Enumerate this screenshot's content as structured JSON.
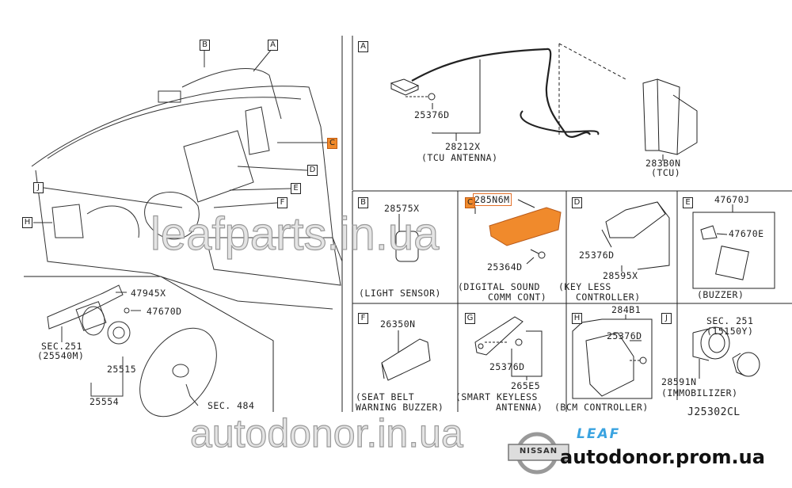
{
  "colors": {
    "highlight": "#f08a2c",
    "leaf": "#3aa3e0"
  },
  "callouts": {
    "A": "A",
    "B": "B",
    "C": "C",
    "D": "D",
    "E": "E",
    "F": "F",
    "G": "G",
    "H": "H",
    "J": "J"
  },
  "left": {
    "p47945X": "47945X",
    "p47670D": "47670D",
    "sec251": "SEC.251",
    "p25540M": "(25540M)",
    "p25515": "25515",
    "p25554": "25554",
    "sec484": "SEC. 484"
  },
  "panelA": {
    "p25376D": "25376D",
    "p28212X": "28212X",
    "tcu_antenna": "(TCU ANTENNA)",
    "p283B0N": "283B0N",
    "tcu": "(TCU)"
  },
  "panelB": {
    "p28575X": "28575X",
    "name": "(LIGHT SENSOR)"
  },
  "panelC": {
    "p285N6M": "285N6M",
    "p25364D": "25364D",
    "name1": "(DIGITAL SOUND",
    "name2": "COMM CONT)"
  },
  "panelD": {
    "p25376D": "25376D",
    "p28595X": "28595X",
    "name1": "(KEY LESS",
    "name2": "CONTROLLER)"
  },
  "panelE": {
    "p47670J": "47670J",
    "p47670E": "47670E",
    "name": "(BUZZER)"
  },
  "panelF": {
    "p26350N": "26350N",
    "name1": "(SEAT BELT",
    "name2": "WARNING BUZZER)"
  },
  "panelG": {
    "p25376D": "25376D",
    "p265E5": "265E5",
    "name1": "(SMART KEYLESS",
    "name2": "ANTENNA)"
  },
  "panelH": {
    "p284B1": "284B1",
    "p25376D": "25376D",
    "name": "(BCM CONTROLLER)"
  },
  "panelJ": {
    "sec251": "SEC. 251",
    "p15150Y": "(15150Y)",
    "p28591N": "28591N",
    "name": "(IMMOBILIZER)"
  },
  "diagram_code": "J25302CL",
  "watermarks": {
    "w1": "leafparts.in.ua",
    "w2": "autodonor.in.ua"
  },
  "branding": {
    "nissan": "NISSAN",
    "leaf": "LEAF",
    "site": "autodonor.prom.ua"
  }
}
